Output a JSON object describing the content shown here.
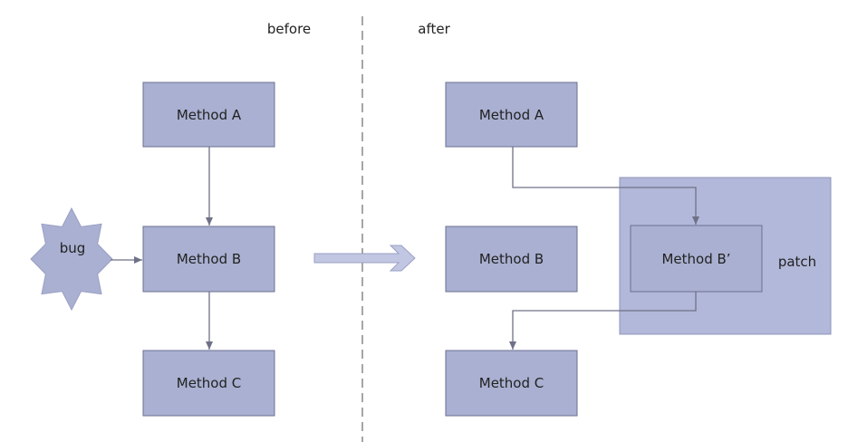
{
  "header": {
    "before_label": "before",
    "after_label": "after"
  },
  "before": {
    "method_a": "Method A",
    "method_b": "Method B",
    "method_c": "Method C",
    "bug_label": "bug"
  },
  "after": {
    "method_a": "Method A",
    "method_b": "Method B",
    "method_b_prime": "Method B’",
    "method_c": "Method C",
    "patch_label": "patch"
  },
  "colors": {
    "box_fill": "#a9b0d1",
    "box_stroke": "#6c7192",
    "patch_fill": "#b2b8d9",
    "arrow": "#6f7187",
    "divider": "#888888",
    "transition_arrow_fill": "#c1c6e2",
    "transition_arrow_stroke": "#9aa0c4"
  }
}
